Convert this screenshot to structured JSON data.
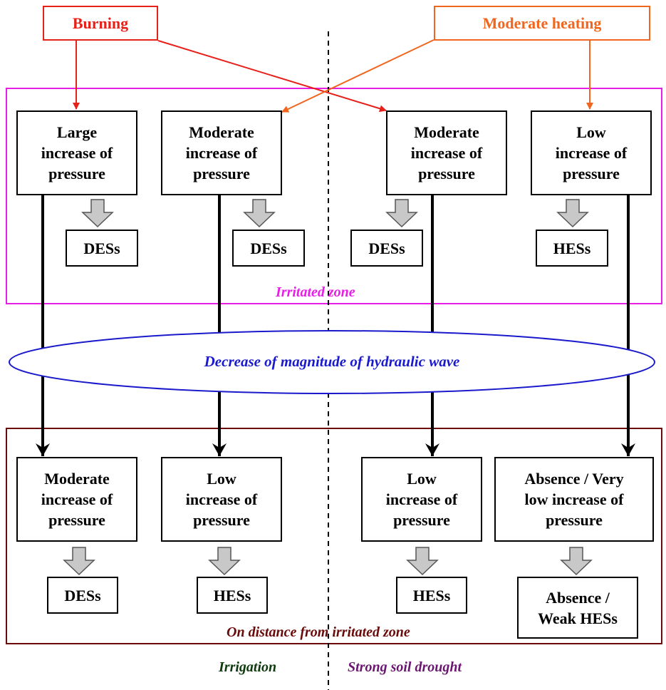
{
  "triggers": {
    "burning": "Burning",
    "moderate_heating": "Moderate heating"
  },
  "zones": {
    "irritated": "Irritated zone",
    "distance": "On distance from irritated zone"
  },
  "wave_label": "Decrease of magnitude of hydraulic wave",
  "conditions": {
    "left": "Irrigation",
    "right": "Strong soil drought"
  },
  "top_row": [
    {
      "label": "Large\nincrease of\npressure",
      "outcome": "DESs"
    },
    {
      "label": "Moderate\nincrease of\npressure",
      "outcome": "DESs"
    },
    {
      "label": "Moderate\nincrease of\npressure",
      "outcome": "DESs"
    },
    {
      "label": "Low\nincrease of\npressure",
      "outcome": "HESs"
    }
  ],
  "bottom_row": [
    {
      "label": "Moderate\nincrease of\npressure",
      "outcome": "DESs"
    },
    {
      "label": "Low\nincrease of\npressure",
      "outcome": "HESs"
    },
    {
      "label": "Low\nincrease of\npressure",
      "outcome": "HESs"
    },
    {
      "label": "Absence / Very\nlow increase of\npressure",
      "outcome": "Absence /\nWeak HESs"
    }
  ],
  "colors": {
    "burning": "#e8201a",
    "moderate_heating": "#f0661e",
    "irritated_zone": "#e61ee6",
    "distance_zone": "#6a0a0a",
    "ellipse": "#1a1acc",
    "irrigation": "#0e3a0e",
    "drought": "#6a1670"
  }
}
